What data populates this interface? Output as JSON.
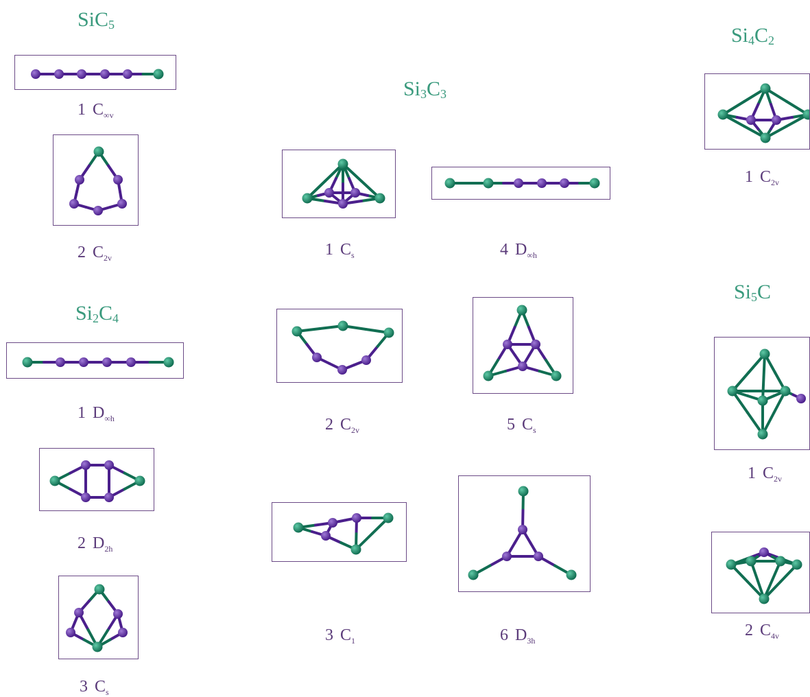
{
  "colors": {
    "title": "#3a9a7d",
    "label": "#5b3b7a",
    "frame": "#6b4a86",
    "si_atom": "#116e52",
    "c_atom": "#4b1f8c"
  },
  "groups": [
    {
      "id": "sic5",
      "title": {
        "base1": "SiC",
        "sub1": "5",
        "base2": "",
        "sub2": ""
      },
      "isomers": [
        {
          "number": "1",
          "group": "C",
          "sub": "∞v"
        },
        {
          "number": "2",
          "group": "C",
          "sub": "2v"
        }
      ]
    },
    {
      "id": "si2c4",
      "title": {
        "base1": "Si",
        "sub1": "2",
        "base2": "C",
        "sub2": "4"
      },
      "isomers": [
        {
          "number": "1",
          "group": "D",
          "sub": "∞h"
        },
        {
          "number": "2",
          "group": "D",
          "sub": "2h"
        },
        {
          "number": "3",
          "group": "C",
          "sub": "s"
        }
      ]
    },
    {
      "id": "si3c3",
      "title": {
        "base1": "Si",
        "sub1": "3",
        "base2": "C",
        "sub2": "3"
      },
      "isomers": [
        {
          "number": "1",
          "group": "C",
          "sub": "s"
        },
        {
          "number": "2",
          "group": "C",
          "sub": "2v"
        },
        {
          "number": "3",
          "group": "C",
          "sub": "1"
        },
        {
          "number": "4",
          "group": "D",
          "sub": "∞h"
        },
        {
          "number": "5",
          "group": "C",
          "sub": "s"
        },
        {
          "number": "6",
          "group": "D",
          "sub": "3h"
        }
      ]
    },
    {
      "id": "si4c2",
      "title": {
        "base1": "Si",
        "sub1": "4",
        "base2": "C",
        "sub2": "2"
      },
      "isomers": [
        {
          "number": "1",
          "group": "C",
          "sub": "2v"
        }
      ]
    },
    {
      "id": "si5c",
      "title": {
        "base1": "Si",
        "sub1": "5",
        "base2": "C",
        "sub2": ""
      },
      "isomers": [
        {
          "number": "1",
          "group": "C",
          "sub": "2v"
        },
        {
          "number": "2",
          "group": "C",
          "sub": "4v"
        }
      ]
    }
  ]
}
